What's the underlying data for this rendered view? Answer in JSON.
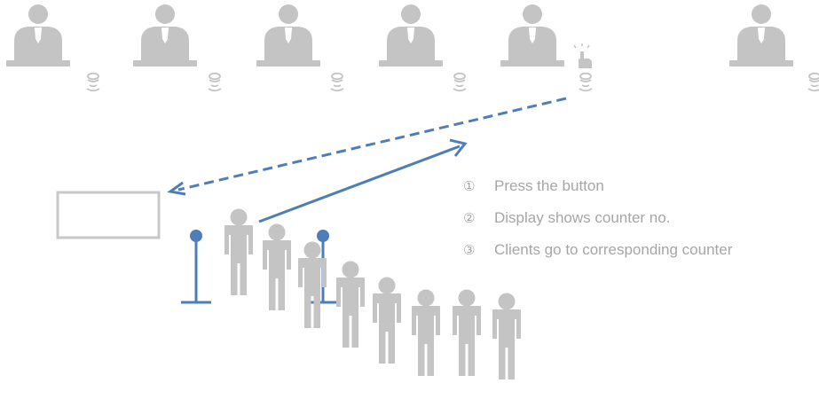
{
  "colors": {
    "figure": "#c4c4c4",
    "accent": "#4f7db8",
    "text": "#a6a6a6",
    "display_border": "#c8c8c8"
  },
  "icons": {
    "staff": "staff-person-icon",
    "call_button": "call-button-icon",
    "pressing_hand": "pressing-hand-icon",
    "client": "client-person-icon",
    "queue_post": "queue-barrier-post-icon",
    "display": "display-screen"
  },
  "steps": [
    {
      "num": "①",
      "text": "Press the button"
    },
    {
      "num": "②",
      "text": "Display shows counter no."
    },
    {
      "num": "③",
      "text": "Clients go to corresponding counter"
    }
  ]
}
